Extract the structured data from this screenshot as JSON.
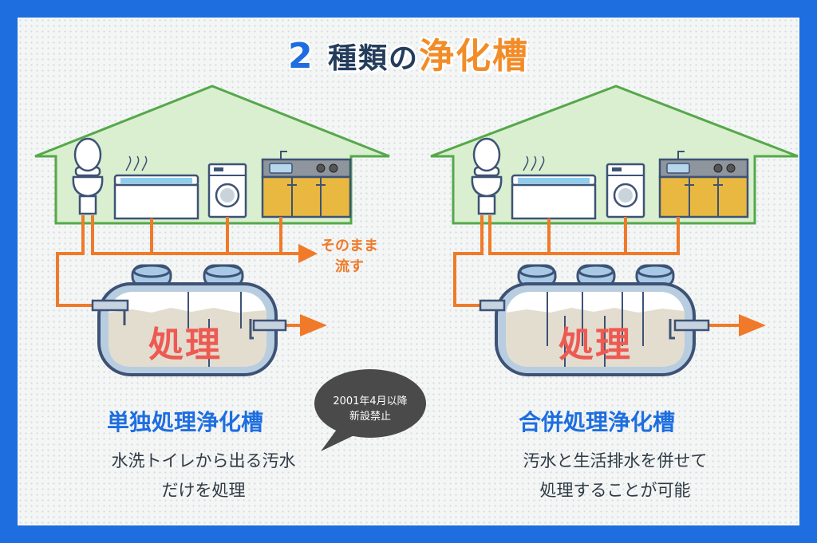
{
  "title": {
    "number": "2",
    "middle": "種類の",
    "highlight": "浄化槽"
  },
  "colors": {
    "frame": "#1e6ee0",
    "house_fill": "#d9efcf",
    "house_stroke": "#55a84a",
    "pipe": "#f07a2a",
    "tank_stroke": "#3d5275",
    "processing_text": "#ee5a52"
  },
  "left_system": {
    "name": "単独処理浄化槽",
    "processing_label": "処理",
    "direct_flow_label": [
      "そのまま",
      "流す"
    ],
    "description": [
      "水洗トイレから出る汚水",
      "だけを処理"
    ],
    "fixtures": [
      "toilet-icon",
      "bathtub-icon",
      "washing-machine-icon",
      "kitchen-sink-icon"
    ]
  },
  "right_system": {
    "name": "合併処理浄化槽",
    "processing_label": "処理",
    "description": [
      "汚水と生活排水を併せて",
      "処理することが可能"
    ],
    "fixtures": [
      "toilet-icon",
      "bathtub-icon",
      "washing-machine-icon",
      "kitchen-sink-icon"
    ]
  },
  "notice_bubble": [
    "2001年4月以降",
    "新設禁止"
  ]
}
